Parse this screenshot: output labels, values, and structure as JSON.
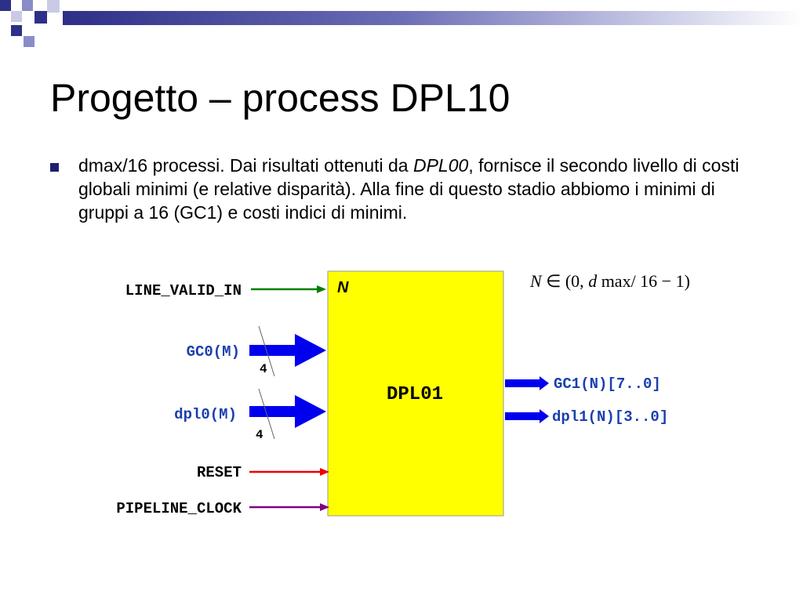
{
  "slide": {
    "title": "Progetto – process DPL10",
    "bullet": {
      "text_before": "dmax/16 processi. Dai risultati ottenuti da ",
      "emphasis": "DPL00",
      "text_after": ", fornisce il secondo livello di costi globali minimi (e relative disparità). Alla fine di questo stadio abbiomo i minimi di gruppi a 16 (GC1) e costi indici di minimi."
    }
  },
  "diagram": {
    "block": {
      "label": "DPL01",
      "corner_label": "N",
      "fill": "#ffff00"
    },
    "inputs": [
      {
        "label": "LINE_VALID_IN",
        "color": "#000000",
        "arrow_color": "#008000"
      },
      {
        "label": "GC0(M)",
        "color": "#1a3fae",
        "arrow_color": "#0000ee",
        "bus_width": "4"
      },
      {
        "label": "dpl0(M)",
        "color": "#1a3fae",
        "arrow_color": "#0000ee",
        "bus_width": "4"
      },
      {
        "label": "RESET",
        "color": "#000000",
        "arrow_color": "#ee0000"
      },
      {
        "label": "PIPELINE_CLOCK",
        "color": "#000000",
        "arrow_color": "#800080"
      }
    ],
    "outputs": [
      {
        "label": "GC1(N)[7..0]",
        "color": "#1a3fae"
      },
      {
        "label": "dpl1(N)[3..0]",
        "color": "#1a3fae"
      }
    ],
    "formula": {
      "var": "N",
      "rel": " ∈ (0, ",
      "d": "d",
      "rest": " max/ 16 − 1)"
    }
  }
}
